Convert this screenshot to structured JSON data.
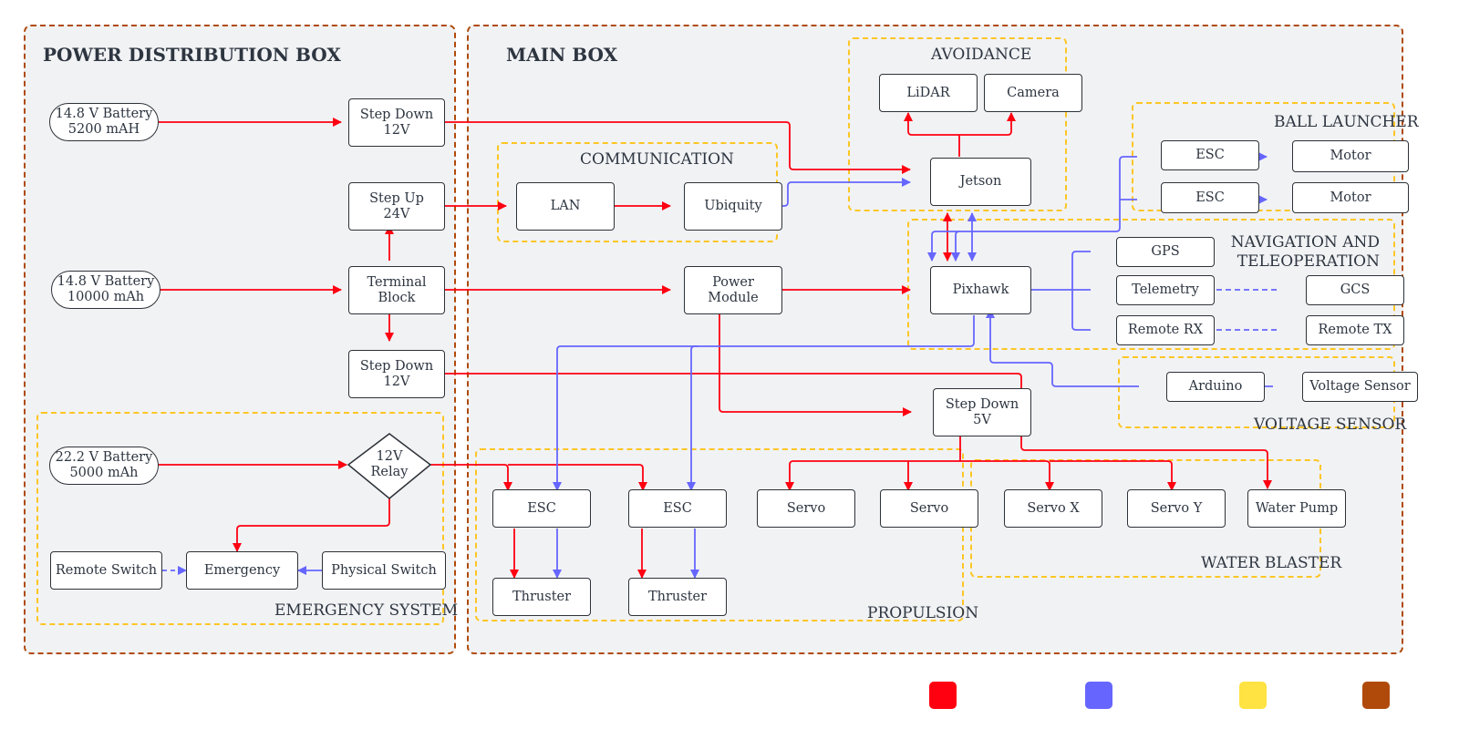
{
  "colors": {
    "power": "#ff0011",
    "signal": "#6666ff",
    "subsystem_border": "#fcc624",
    "box_border": "#b04a0b"
  },
  "boxes": {
    "power_distribution": "POWER DISTRIBUTION BOX",
    "main": "MAIN BOX"
  },
  "groups": {
    "emergency": "EMERGENCY SYSTEM",
    "communication": "COMMUNICATION",
    "avoidance": "AVOIDANCE",
    "ball_launcher": "BALL LAUNCHER",
    "navigation": "NAVIGATION AND\nTELEOPERATION",
    "voltage_sensor": "VOLTAGE SENSOR",
    "propulsion": "PROPULSION",
    "water_blaster": "WATER BLASTER"
  },
  "nodes": {
    "battery_1": "14.8 V Battery\n5200 mAH",
    "battery_2": "14.8 V Battery\n10000 mAh",
    "battery_3": "22.2 V Battery\n5000 mAh",
    "step_down_12v_a": "Step Down\n12V",
    "step_up_24v": "Step Up\n24V",
    "terminal_block": "Terminal\nBlock",
    "step_down_12v_b": "Step Down\n12V",
    "relay_12v": "12V\nRelay",
    "remote_switch": "Remote Switch",
    "emergency": "Emergency",
    "physical_switch": "Physical Switch",
    "lan": "LAN",
    "ubiquity": "Ubiquity",
    "power_module": "Power\nModule",
    "lidar": "LiDAR",
    "camera": "Camera",
    "jetson": "Jetson",
    "esc_bl_1": "ESC",
    "esc_bl_2": "ESC",
    "motor_1": "Motor",
    "motor_2": "Motor",
    "pixhawk": "Pixhawk",
    "gps": "GPS",
    "telemetry": "Telemetry",
    "remote_rx": "Remote RX",
    "gcs": "GCS",
    "remote_tx": "Remote TX",
    "arduino": "Arduino",
    "voltage_sensor": "Voltage Sensor",
    "step_down_5v": "Step Down\n5V",
    "esc_p_1": "ESC",
    "esc_p_2": "ESC",
    "thruster_1": "Thruster",
    "thruster_2": "Thruster",
    "servo_1": "Servo",
    "servo_2": "Servo",
    "servo_x": "Servo X",
    "servo_y": "Servo Y",
    "water_pump": "Water Pump"
  },
  "legend": [
    {
      "color": "#ff0011",
      "label": ""
    },
    {
      "color": "#6666ff",
      "label": ""
    },
    {
      "color": "#ffe342",
      "label": ""
    },
    {
      "color": "#b04a0b",
      "label": ""
    }
  ]
}
